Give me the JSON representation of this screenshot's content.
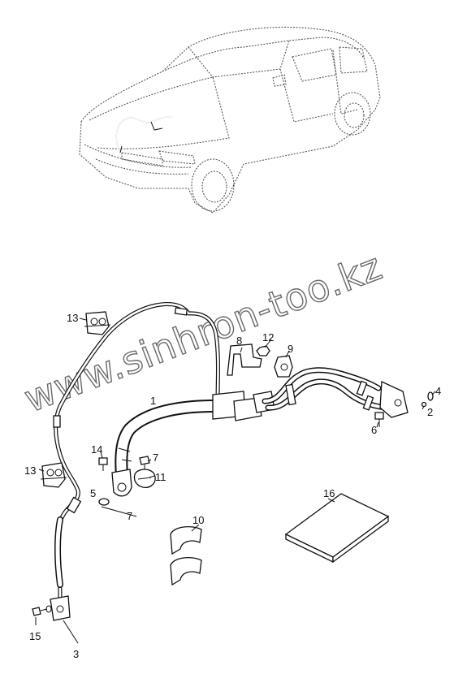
{
  "watermark": "www.sinhron-too.kz",
  "callouts": [
    {
      "id": "c1",
      "text": "1"
    },
    {
      "id": "c2",
      "text": "2"
    },
    {
      "id": "c3",
      "text": "3"
    },
    {
      "id": "c4",
      "text": "4"
    },
    {
      "id": "c5",
      "text": "5"
    },
    {
      "id": "c6",
      "text": "6"
    },
    {
      "id": "c7a",
      "text": "7"
    },
    {
      "id": "c7b",
      "text": "7"
    },
    {
      "id": "c8",
      "text": "8"
    },
    {
      "id": "c9",
      "text": "9"
    },
    {
      "id": "c10",
      "text": "10"
    },
    {
      "id": "c11",
      "text": "11"
    },
    {
      "id": "c12",
      "text": "12"
    },
    {
      "id": "c13a",
      "text": "13"
    },
    {
      "id": "c13b",
      "text": "13"
    },
    {
      "id": "c14",
      "text": "14"
    },
    {
      "id": "c15",
      "text": "15"
    },
    {
      "id": "c16",
      "text": "16"
    }
  ]
}
